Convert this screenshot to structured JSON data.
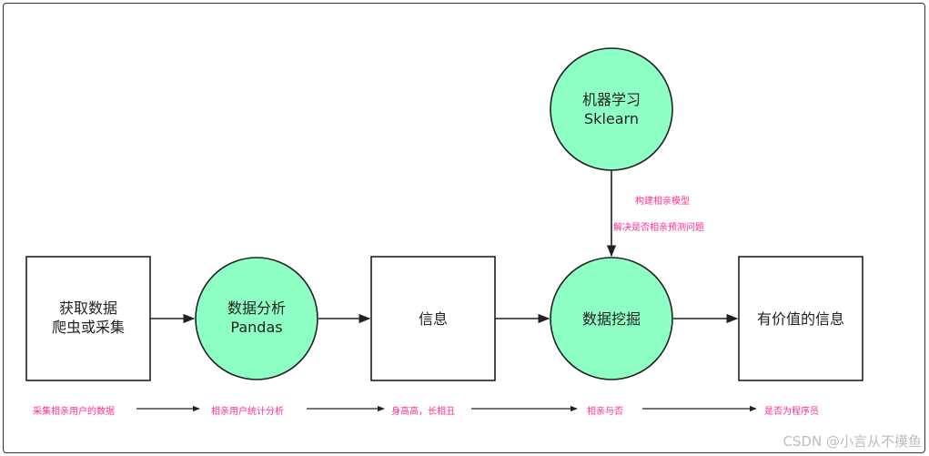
{
  "nodes": {
    "collect": {
      "line1": "获取数据",
      "line2": "爬虫或采集"
    },
    "analysis": {
      "line1": "数据分析",
      "line2": "Pandas"
    },
    "info": {
      "line1": "信息"
    },
    "ml": {
      "line1": "机器学习",
      "line2": "Sklearn"
    },
    "mining": {
      "line1": "数据挖掘"
    },
    "valuable": {
      "line1": "有价值的信息"
    }
  },
  "edge_labels": {
    "ml_to_mining_1": "构建相亲模型",
    "ml_to_mining_2": "解决是否相亲预测问题"
  },
  "bottom_labels": [
    "采集相亲用户的数据",
    "相亲用户统计分析",
    "身高高，长相丑",
    "相亲与否",
    "是否为程序员"
  ],
  "watermark": "CSDN @小言从不摸鱼",
  "colors": {
    "circle_fill": "#8effc4",
    "stroke": "#222222",
    "label": "#ff2d8c"
  }
}
